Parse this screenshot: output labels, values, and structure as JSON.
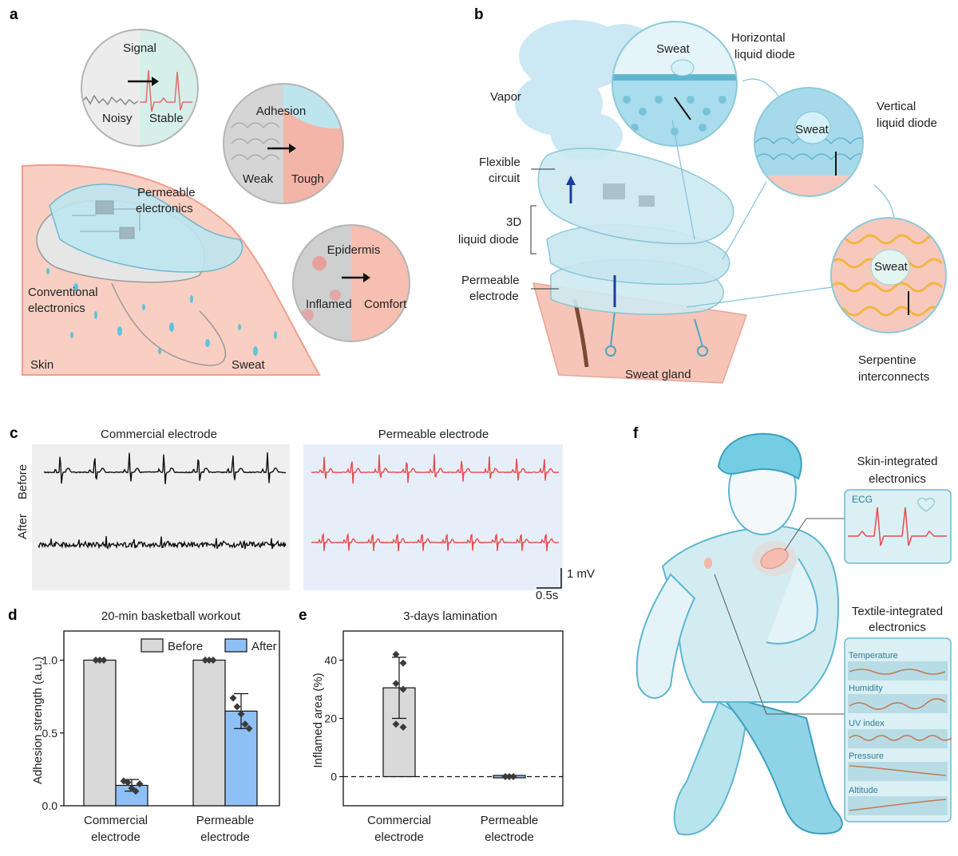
{
  "panels": {
    "a": {
      "letter": "a",
      "signal": {
        "title": "Signal",
        "left": "Noisy",
        "right": "Stable"
      },
      "adhesion": {
        "title": "Adhesion",
        "left": "Weak",
        "right": "Tough"
      },
      "epidermis": {
        "title": "Epidermis",
        "left": "Inflamed",
        "right": "Comfort"
      },
      "permeable": [
        "Permeable",
        "electronics"
      ],
      "conventional": [
        "Conventional",
        "electronics"
      ],
      "skin": "Skin",
      "sweat": "Sweat"
    },
    "b": {
      "letter": "b",
      "vapor": "Vapor",
      "flexible": [
        "Flexible",
        "circuit"
      ],
      "diode3d": [
        "3D",
        "liquid diode"
      ],
      "permeable_electrode": [
        "Permeable",
        "electrode"
      ],
      "horizontal": [
        "Horizontal",
        "liquid diode"
      ],
      "vertical": [
        "Vertical",
        "liquid diode"
      ],
      "serpentine": [
        "Serpentine",
        "interconnects"
      ],
      "sweat_gland": "Sweat gland",
      "sweat": "Sweat"
    },
    "c": {
      "letter": "c",
      "commercial_title": "Commercial electrode",
      "permeable_title": "Permeable electrode",
      "row_before": "Before",
      "row_after": "After",
      "scale_v": "1 mV",
      "scale_t": "0.5s"
    },
    "f": {
      "letter": "f",
      "skin_title": [
        "Skin-integrated",
        "electronics"
      ],
      "ecg": "ECG",
      "textile_title": [
        "Textile-integrated",
        "electronics"
      ],
      "sensors": [
        "Temperature",
        "Humidity",
        "UV index",
        "Pressure",
        "Altitude"
      ]
    }
  },
  "colors": {
    "before_bar": "#d9d9d9",
    "after_bar": "#8fc0f5",
    "permeable_trace": "#e84b4b",
    "commercial_trace": "#111111",
    "skin": "#f6c1b3",
    "device": "#a9dbe8"
  },
  "chart_data": [
    {
      "panel": "d",
      "type": "bar",
      "title": "20-min basketball workout",
      "ylabel": "Adhesion strength (a.u.)",
      "xlabel": "",
      "categories": [
        "Commercial\nelectrode",
        "Permeable\nelectrode"
      ],
      "category_lines": [
        [
          "Commercial",
          "electrode"
        ],
        [
          "Permeable",
          "electrode"
        ]
      ],
      "series": [
        {
          "name": "Before",
          "values": [
            1.0,
            1.0
          ],
          "error": [
            0.0,
            0.0
          ]
        },
        {
          "name": "After",
          "values": [
            0.14,
            0.65
          ],
          "error": [
            0.04,
            0.12
          ]
        }
      ],
      "points": {
        "Before": [
          [
            1.0,
            1.0,
            1.0
          ],
          [
            1.0,
            1.0,
            1.0
          ]
        ],
        "After": [
          [
            0.17,
            0.16,
            0.12,
            0.1,
            0.15
          ],
          [
            0.74,
            0.68,
            0.63,
            0.56,
            0.53
          ]
        ]
      },
      "ylim": [
        0,
        1.2
      ],
      "yticks": [
        0.0,
        0.5,
        1.0
      ],
      "ytick_labels": [
        "0.0",
        "0.5",
        "1.0"
      ],
      "legend": "top-right"
    },
    {
      "panel": "e",
      "type": "bar",
      "title": "3-days lamination",
      "ylabel": "Inflamed area (%)",
      "xlabel": "",
      "categories": [
        "Commercial\nelectrode",
        "Permeable\nelectrode"
      ],
      "category_lines": [
        [
          "Commercial",
          "electrode"
        ],
        [
          "Permeable",
          "electrode"
        ]
      ],
      "values": [
        30.5,
        0.0
      ],
      "error": [
        10.5,
        0.0
      ],
      "points": [
        [
          42,
          39,
          32,
          30,
          18,
          17
        ],
        [
          0,
          0,
          0
        ]
      ],
      "ylim": [
        -10,
        50
      ],
      "yticks": [
        0,
        20,
        40
      ],
      "ytick_labels": [
        "0",
        "20",
        "40"
      ],
      "reference_line": 0
    }
  ]
}
